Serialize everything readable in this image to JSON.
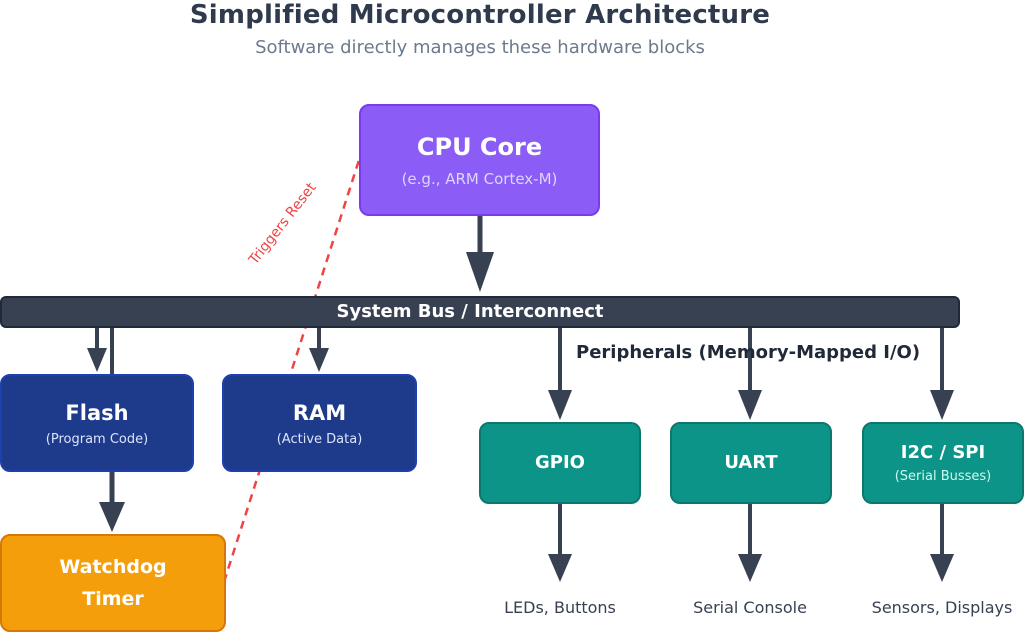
{
  "header": {
    "title": "Simplified Microcontroller Architecture",
    "subtitle": "Software directly manages these hardware blocks"
  },
  "cpu": {
    "name": "CPU Core",
    "sub": "(e.g., ARM Cortex-M)"
  },
  "bus": {
    "label": "System Bus / Interconnect"
  },
  "memory": {
    "flash": {
      "name": "Flash",
      "sub": "(Program Code)"
    },
    "ram": {
      "name": "RAM",
      "sub": "(Active Data)"
    }
  },
  "watchdog": {
    "name": "Watchdog Timer",
    "reset_label": "Triggers Reset"
  },
  "peripherals": {
    "heading": "Peripherals (Memory-Mapped I/O)",
    "gpio": {
      "name": "GPIO",
      "output": "LEDs, Buttons"
    },
    "uart": {
      "name": "UART",
      "output": "Serial Console"
    },
    "i2c": {
      "name": "I2C / SPI",
      "sub": "(Serial Busses)",
      "output": "Sensors, Displays"
    }
  },
  "colors": {
    "cpu": "#8b5cf6",
    "memory": "#1e3a8a",
    "peripheral": "#0d9488",
    "watchdog": "#f59e0b",
    "bus": "#374151",
    "reset_line": "#ef4444"
  }
}
